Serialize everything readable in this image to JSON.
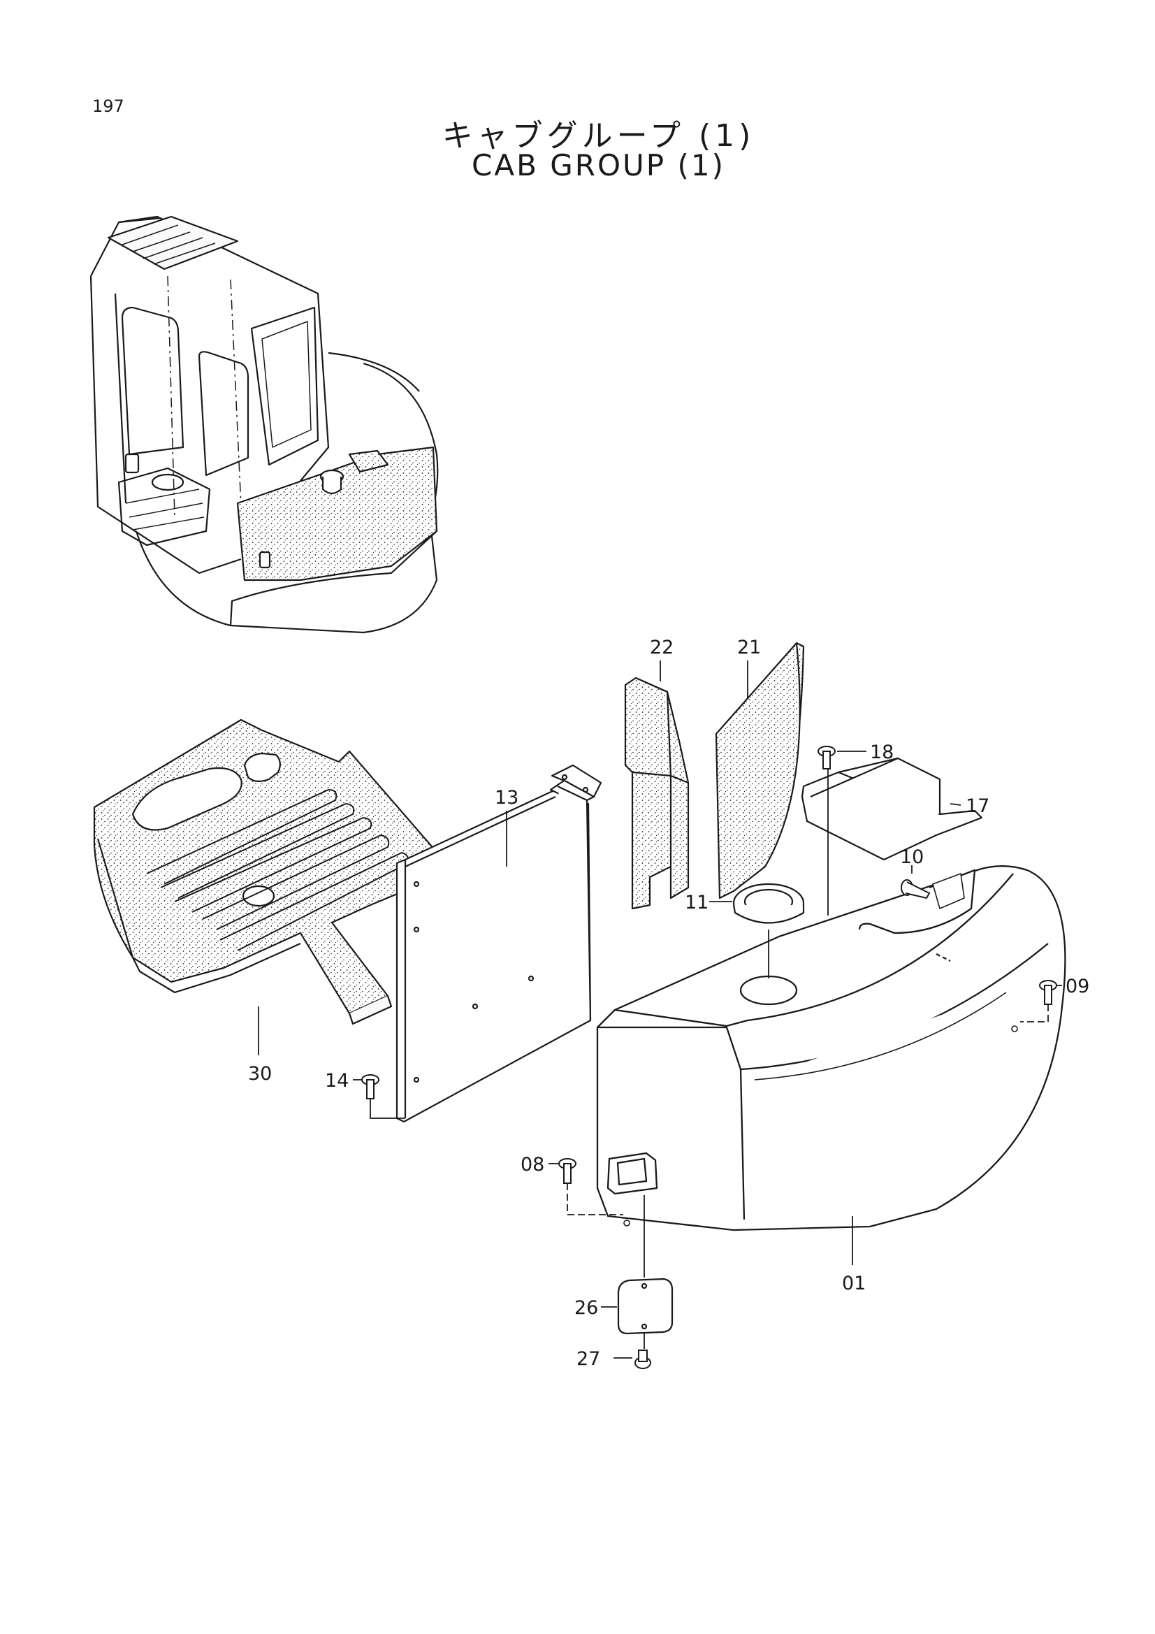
{
  "page": {
    "number": "197"
  },
  "title": {
    "japanese": "キャブグループ (1)",
    "english": "CAB GROUP (1)"
  },
  "part_labels": [
    {
      "id": "p22",
      "text": "22"
    },
    {
      "id": "p21",
      "text": "21"
    },
    {
      "id": "p18",
      "text": "18"
    },
    {
      "id": "p17",
      "text": "17"
    },
    {
      "id": "p13",
      "text": "13"
    },
    {
      "id": "p10",
      "text": "10"
    },
    {
      "id": "p11",
      "text": "11"
    },
    {
      "id": "p09",
      "text": "09"
    },
    {
      "id": "p30",
      "text": "30"
    },
    {
      "id": "p14",
      "text": "14"
    },
    {
      "id": "p08",
      "text": "08"
    },
    {
      "id": "p01",
      "text": "01"
    },
    {
      "id": "p26",
      "text": "26"
    },
    {
      "id": "p27",
      "text": "27"
    }
  ]
}
